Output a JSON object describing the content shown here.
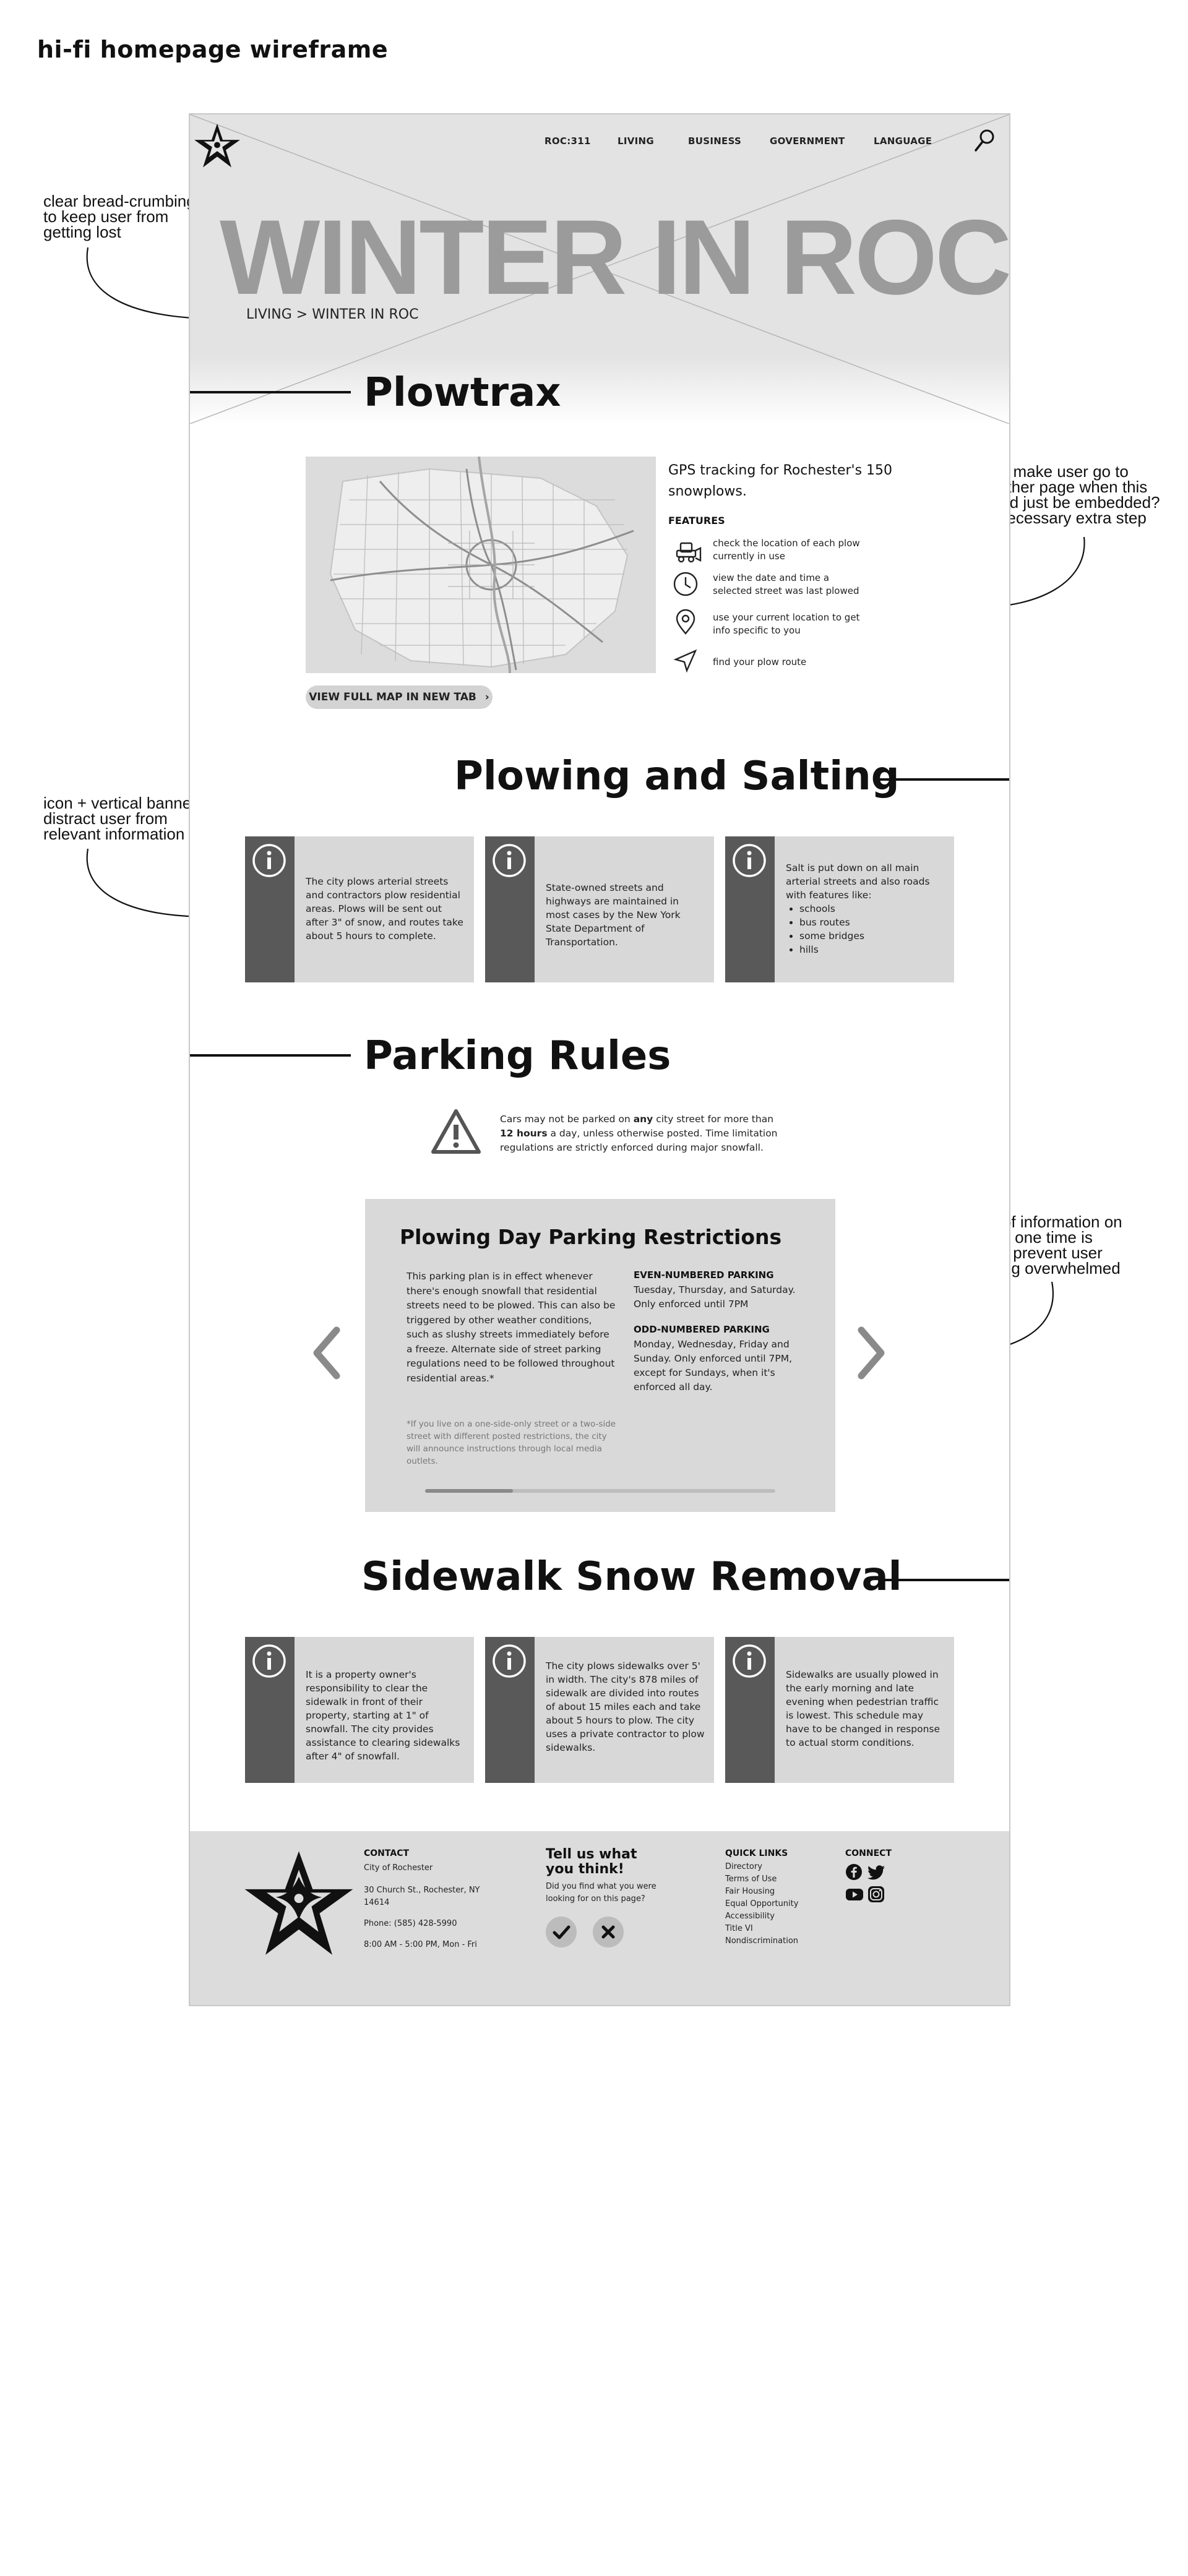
{
  "page_title": "hi-fi homepage wireframe",
  "annotations": {
    "breadcrumb_note": "clear bread-crumbing\nto keep user from\ngetting lost",
    "map_note": "why make user go to\nanother page when this\ncould just be embedded?\nunnecessary extra step",
    "banner_note": "icon + vertical banner\ndistract user from\nrelevant information",
    "carousel_note": "amount of information on\nscreen at one time is\nlimited to prevent user\nfrom being overwhelmed"
  },
  "nav": {
    "items": [
      "ROC:311",
      "LIVING",
      "BUSINESS",
      "GOVERNMENT",
      "LANGUAGE"
    ]
  },
  "hero": {
    "title": "WINTER IN ROC",
    "breadcrumb": "LIVING > WINTER IN ROC"
  },
  "plowtrax": {
    "heading": "Plowtrax",
    "description": "GPS tracking for Rochester's 150 snowplows.",
    "features_heading": "FEATURES",
    "features": [
      {
        "icon": "plow-icon",
        "text": "check the location of each plow currently in use"
      },
      {
        "icon": "clock-icon",
        "text": "view the date and time a selected street was last plowed"
      },
      {
        "icon": "map-pin-icon",
        "text": "use your current location to get info specific to you"
      },
      {
        "icon": "navigation-arrow-icon",
        "text": "find your plow route"
      }
    ],
    "map_button": "VIEW FULL MAP IN NEW TAB"
  },
  "plowing": {
    "heading": "Plowing and Salting",
    "cards": [
      {
        "text": "The city plows arterial streets and contractors plow residential areas. Plows will be sent out after 3\" of snow, and routes take about 5 hours to complete."
      },
      {
        "text": "State-owned streets and highways are maintained in most cases by the New York State Department of Transportation."
      },
      {
        "text": "Salt is put down on all main arterial streets and also roads with features like:",
        "list": [
          "schools",
          "bus routes",
          "some bridges",
          "hills"
        ]
      }
    ]
  },
  "parking": {
    "heading": "Parking Rules",
    "notice_pre": "Cars may not be parked on ",
    "notice_any": "any",
    "notice_mid": " city street for more than ",
    "notice_hours": "12 hours",
    "notice_post": " a day, unless otherwise posted. Time limitation regulations are strictly enforced during major snowfall.",
    "carousel": {
      "title": "Plowing Day Parking Restrictions",
      "body": "This parking plan is in effect whenever there's enough snowfall that residential streets need to be plowed. This can also be triggered by other weather conditions, such as slushy streets immediately before a freeze. Alternate side of street parking regulations need to be followed throughout residential areas.*",
      "even_heading": "EVEN-NUMBERED PARKING",
      "even_text": "Tuesday, Thursday, and Saturday. Only enforced until 7PM",
      "odd_heading": "ODD-NUMBERED PARKING",
      "odd_text": "Monday, Wednesday, Friday and Sunday. Only enforced until 7PM, except for Sundays, when it's enforced all day.",
      "footnote": "*If you live on a one-side-only street or a two-side street with different posted restrictions, the city will announce instructions through local media outlets.",
      "progress": 0.25
    }
  },
  "sidewalk": {
    "heading": "Sidewalk Snow Removal",
    "cards": [
      {
        "text": "It is a property owner's responsibility to clear the sidewalk in front of their property, starting at 1\" of snowfall. The city provides assistance to clearing sidewalks after 4\" of snowfall."
      },
      {
        "text": "The city plows sidewalks over 5' in width. The city's 878 miles of sidewalk are divided into routes of about 15 miles each and take about 5 hours to plow. The city uses a private contractor to plow sidewalks."
      },
      {
        "text": "Sidewalks are usually plowed in the early morning and late evening when pedestrian traffic is lowest. This schedule may have to be changed in response to actual storm conditions."
      }
    ]
  },
  "footer": {
    "contact_heading": "CONTACT",
    "contact_org": "City of Rochester",
    "contact_address": "30 Church St., Rochester, NY 14614",
    "contact_phone": "Phone: (585) 428-5990",
    "contact_hours": "8:00 AM - 5:00 PM, Mon - Fri",
    "feedback_heading": "Tell us what you think!",
    "feedback_question": "Did you find what you were looking for on this page?",
    "quick_links_heading": "QUICK LINKS",
    "quick_links": [
      "Directory",
      "Terms of Use",
      "Fair Housing",
      "Equal Opportunity",
      "Accessibility",
      "Title VI",
      "Nondiscrimination"
    ],
    "connect_heading": "CONNECT",
    "social": [
      "facebook-icon",
      "twitter-icon",
      "youtube-icon",
      "instagram-icon"
    ]
  },
  "colors": {
    "card_band": "#595959",
    "card_bg": "#d8d8d8",
    "hero_title": "#9b9b9b",
    "footer_bg": "#dcdcdc"
  }
}
